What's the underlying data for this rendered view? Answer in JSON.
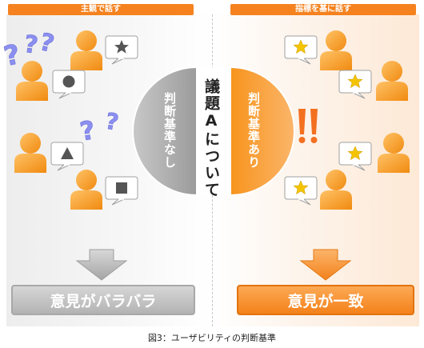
{
  "header": {
    "left": "主観で話す",
    "right": "指標を基に話す"
  },
  "center": {
    "left_label": "判断基準なし",
    "middle_label": "議題Aについて",
    "right_label": "判断基準あり"
  },
  "results": {
    "left": "意見がバラバラ",
    "right": "意見が一致"
  },
  "caption": "図3：ユーザビリティの判断基準",
  "colors": {
    "accent_orange": "#f5821f",
    "person_orange": "#f7941d",
    "question_purple": "#8b8ff0",
    "star_yellow": "#f5c400",
    "exclaim_orange": "#f37021",
    "gray_neutral": "#a9a9a9"
  },
  "icons": {
    "left_bubbles": [
      "star",
      "circle",
      "triangle",
      "square"
    ],
    "right_bubbles": [
      "star",
      "star",
      "star",
      "star"
    ],
    "left_marks": "question-mark",
    "right_marks": "exclamation-mark",
    "arrows": "down-arrow"
  }
}
